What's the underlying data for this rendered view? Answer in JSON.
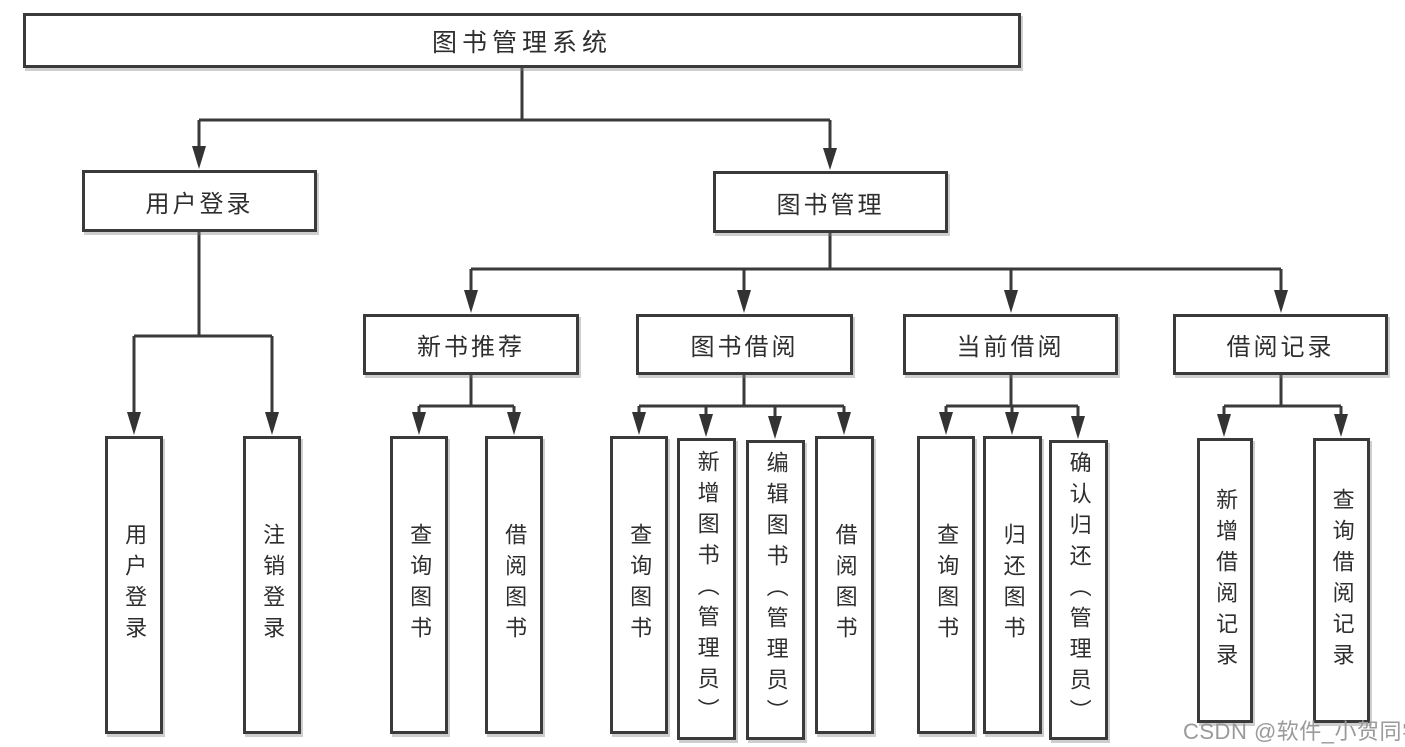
{
  "diagram": {
    "title_node": "图书管理系统",
    "colors": {
      "line": "#3a3a3a",
      "box_border": "#3a3a3a",
      "text": "#2e2e2e",
      "watermark": "#9a9a9a",
      "background": "#ffffff"
    }
  },
  "nodes": {
    "root": {
      "label": "图书管理系统"
    },
    "user_login": {
      "label": "用户登录"
    },
    "book_mgmt": {
      "label": "图书管理"
    },
    "leaf_user_login": {
      "label": "用户登录"
    },
    "leaf_logout": {
      "label": "注销登录"
    },
    "new_book_rec": {
      "label": "新书推荐"
    },
    "book_borrow": {
      "label": "图书借阅"
    },
    "current_borrow": {
      "label": "当前借阅"
    },
    "borrow_record": {
      "label": "借阅记录"
    },
    "nb_query_book": {
      "label": "查询图书"
    },
    "nb_borrow_book": {
      "label": "借阅图书"
    },
    "bb_query_book": {
      "label": "查询图书"
    },
    "bb_add_book_admin": {
      "label": "新增图书（管理员）"
    },
    "bb_edit_book_admin": {
      "label": "编辑图书（管理员）"
    },
    "bb_borrow_book": {
      "label": "借阅图书"
    },
    "cb_query_book": {
      "label": "查询图书"
    },
    "cb_return_book": {
      "label": "归还图书"
    },
    "cb_confirm_return_admin": {
      "label": "确认归还（管理员）"
    },
    "br_add_record": {
      "label": "新增借阅记录"
    },
    "br_query_record": {
      "label": "查询借阅记录"
    }
  },
  "watermark": {
    "text": "CSDN @软件_小贺同学"
  }
}
